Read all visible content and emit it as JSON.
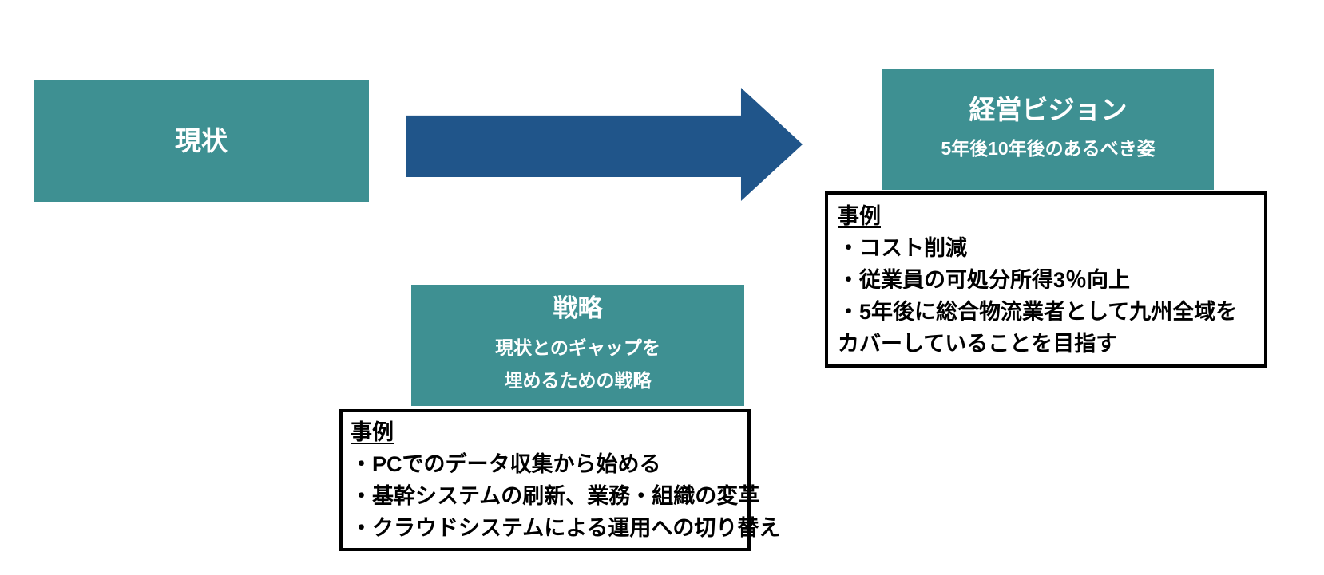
{
  "colors": {
    "background": "#ffffff",
    "teal": "#3E9092",
    "arrow-blue": "#20558A",
    "box-text": "#ffffff",
    "note-border": "#000000",
    "note-text": "#000000"
  },
  "boxes": {
    "current": {
      "title": "現状"
    },
    "vision": {
      "title": "経営ビジョン",
      "subtitle": "5年後10年後のあるべき姿"
    },
    "strategy": {
      "title": "戦略",
      "subtitle_line1": "現状とのギャップを",
      "subtitle_line2": "埋めるための戦略"
    }
  },
  "arrow": {
    "direction": "right"
  },
  "notes": {
    "vision": {
      "heading": "事例",
      "lines": [
        "・コスト削減",
        "・従業員の可処分所得3％向上",
        "・5年後に総合物流業者として九州全域を",
        "カバーしていることを目指す"
      ]
    },
    "strategy": {
      "heading": "事例",
      "lines": [
        "・PCでのデータ収集から始める",
        "・基幹システムの刷新、業務・組織の変革",
        "・クラウドシステムによる運用への切り替え"
      ]
    }
  }
}
